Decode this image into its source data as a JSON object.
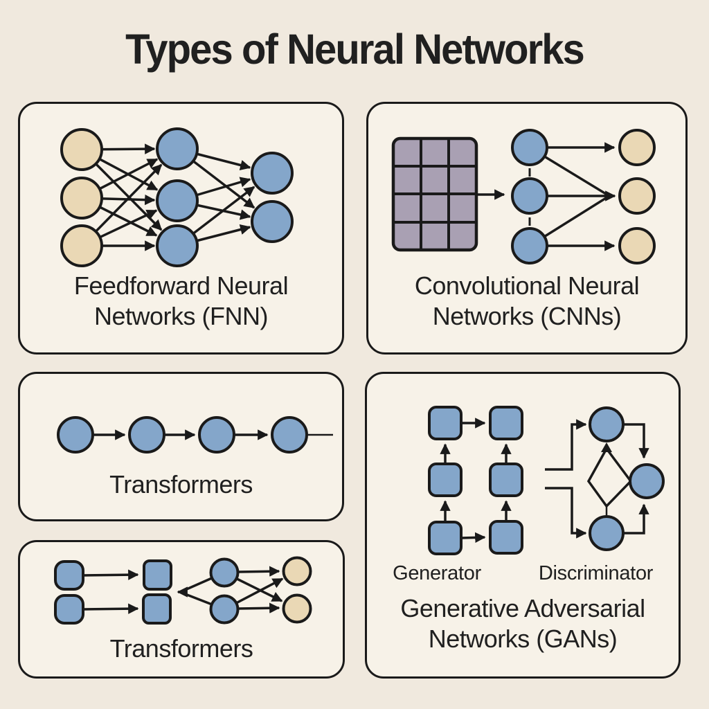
{
  "title": "Types of Neural Networks",
  "colors": {
    "page_bg": "#f0e9de",
    "panel_bg": "#f7f2e8",
    "ink": "#1a1a1a",
    "node_blue": "#84a6ca",
    "node_tan": "#ead8b5",
    "grid_purple": "#a9a0b3",
    "text": "#202020"
  },
  "panels": {
    "fnn": {
      "label_line1": "Feedforward Neural",
      "label_line2": "Networks (FNN)"
    },
    "cnn": {
      "label_line1": "Convolutional Neural",
      "label_line2": "Networks (CNNs)"
    },
    "transformers_row": {
      "label": "Transformers"
    },
    "transformers_seq": {
      "label": "Transformers"
    },
    "gan": {
      "label_line1": "Generative Adversarial",
      "label_line2": "Networks (GANs)",
      "generator_label": "Generator",
      "discriminator_label": "Discriminator"
    }
  }
}
